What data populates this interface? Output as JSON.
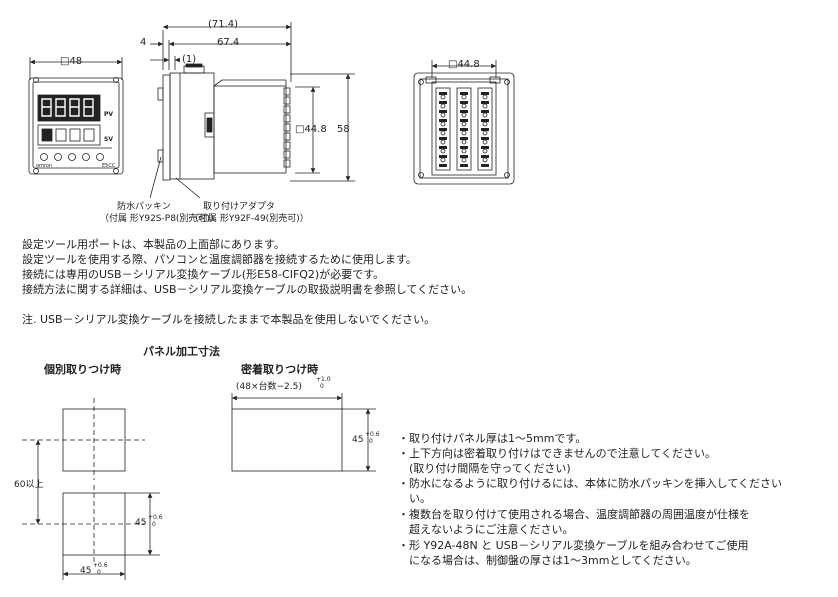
{
  "dimensions": {
    "front_width": "□48",
    "overall_length": "(71.4)",
    "body_length": "67.4",
    "bezel_depth": "4",
    "gap": "(1)",
    "body_height": "□44.8",
    "total_height": "58",
    "rear_width": "□44.8"
  },
  "front_panel": {
    "pv_label": "PV",
    "sv_label": "SV",
    "brand": "omron",
    "model": "E5CC"
  },
  "callouts": {
    "packing_label": "防水パッキン",
    "packing_note": "（付属 形Y92S-P8(別売可)）",
    "adapter_label": "取り付けアダプタ",
    "adapter_note": "（付属 形Y92F-49(別売可)）"
  },
  "paragraph": [
    "設定ツール用ポートは、本製品の上面部にあります。",
    "設定ツールを使用する際、パソコンと温度調節器を接続するために使用します。",
    "接続には専用のUSB－シリアル変換ケーブル(形E58-CIFQ2)が必要です。",
    "接続方法に関する詳細は、USB－シリアル変換ケーブルの取扱説明書を参照してください。"
  ],
  "caution": "注. USB－シリアル変換ケーブルを接続したままで本製品を使用しないでください。",
  "panel": {
    "title": "パネル加工寸法",
    "individual_title": "個別取りつけ時",
    "group_title": "密着取りつけ時",
    "group_formula": "(48×台数−2.5)",
    "formula_tol_upper": "+1.0",
    "formula_tol_lower": "0",
    "group_height": "45",
    "tol_upper": "+0.6",
    "tol_lower": "0",
    "spacing": "60以上",
    "cutout_height": "45",
    "cutout_width": "45"
  },
  "notes": [
    "・取り付けパネル厚は1～5mmです。",
    "・上下方向は密着取り付けはできませんので注意してください。",
    "　(取り付け間隔を守ってください)",
    "・防水になるように取り付けるには、本体に防水パッキンを挿入してください",
    "　い。",
    "・複数台を取り付けて使用される場合、温度調節器の周囲温度が仕様を",
    "　超えないようにご注意ください。",
    "・形 Y92A-48N と USB－シリアル変換ケーブルを組み合わせてご使用",
    "　になる場合は、制御盤の厚さは1～3mmとしてください。"
  ]
}
